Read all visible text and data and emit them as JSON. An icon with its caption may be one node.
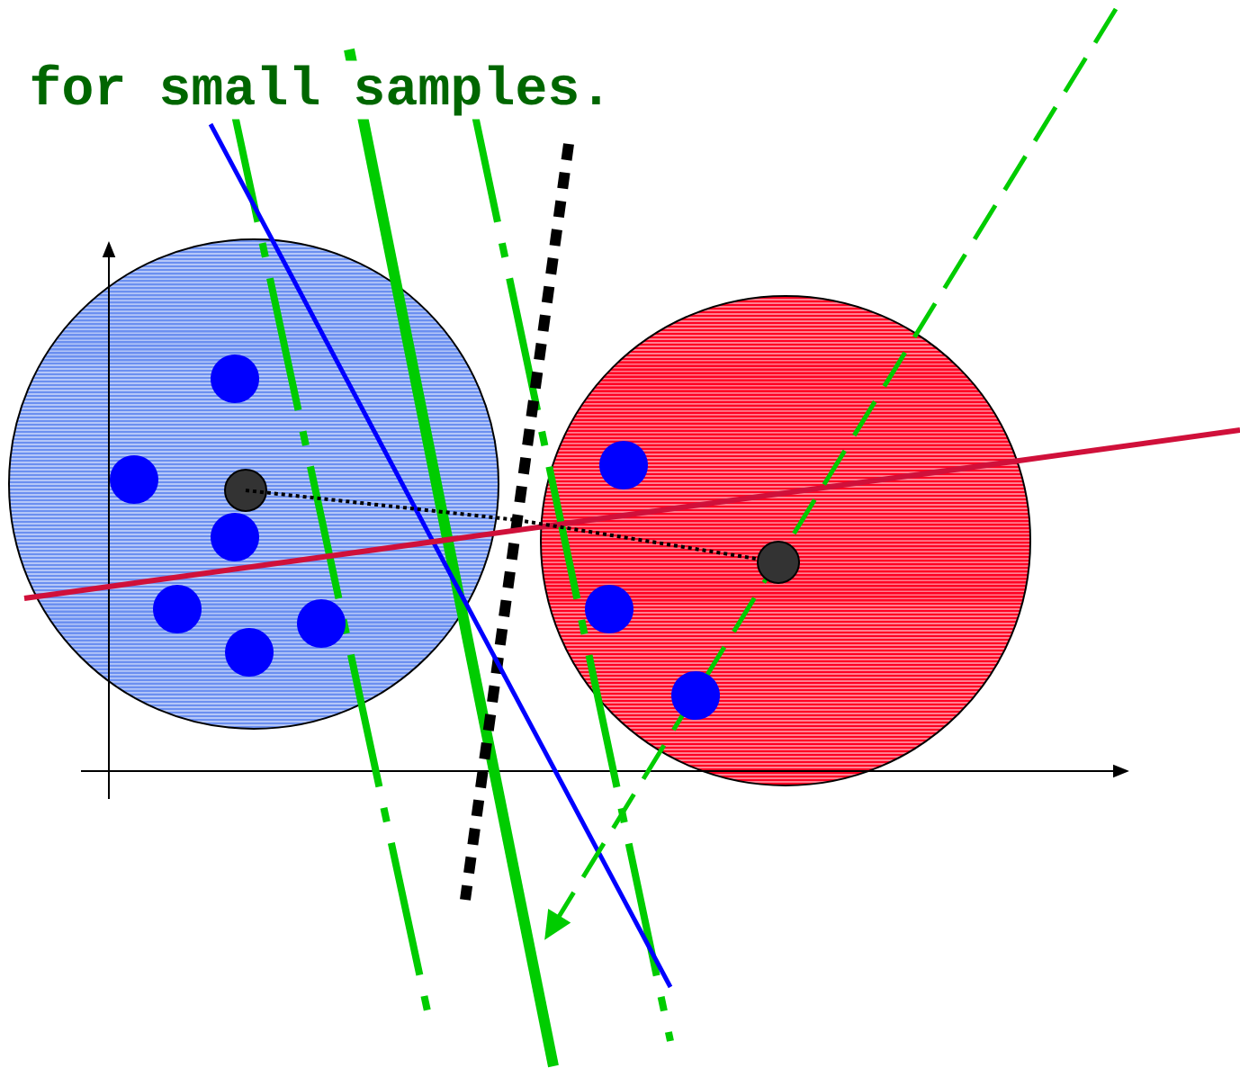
{
  "diagram": {
    "title": "for small samples.",
    "nodes": [
      {
        "text": [],
        "shape": "circle"
      },
      {
        "text": [],
        "shape": "circle"
      }
    ],
    "edges": [
      {
        "from": 0,
        "to": 1,
        "arrow": "none",
        "style": "dashed"
      }
    ]
  }
}
